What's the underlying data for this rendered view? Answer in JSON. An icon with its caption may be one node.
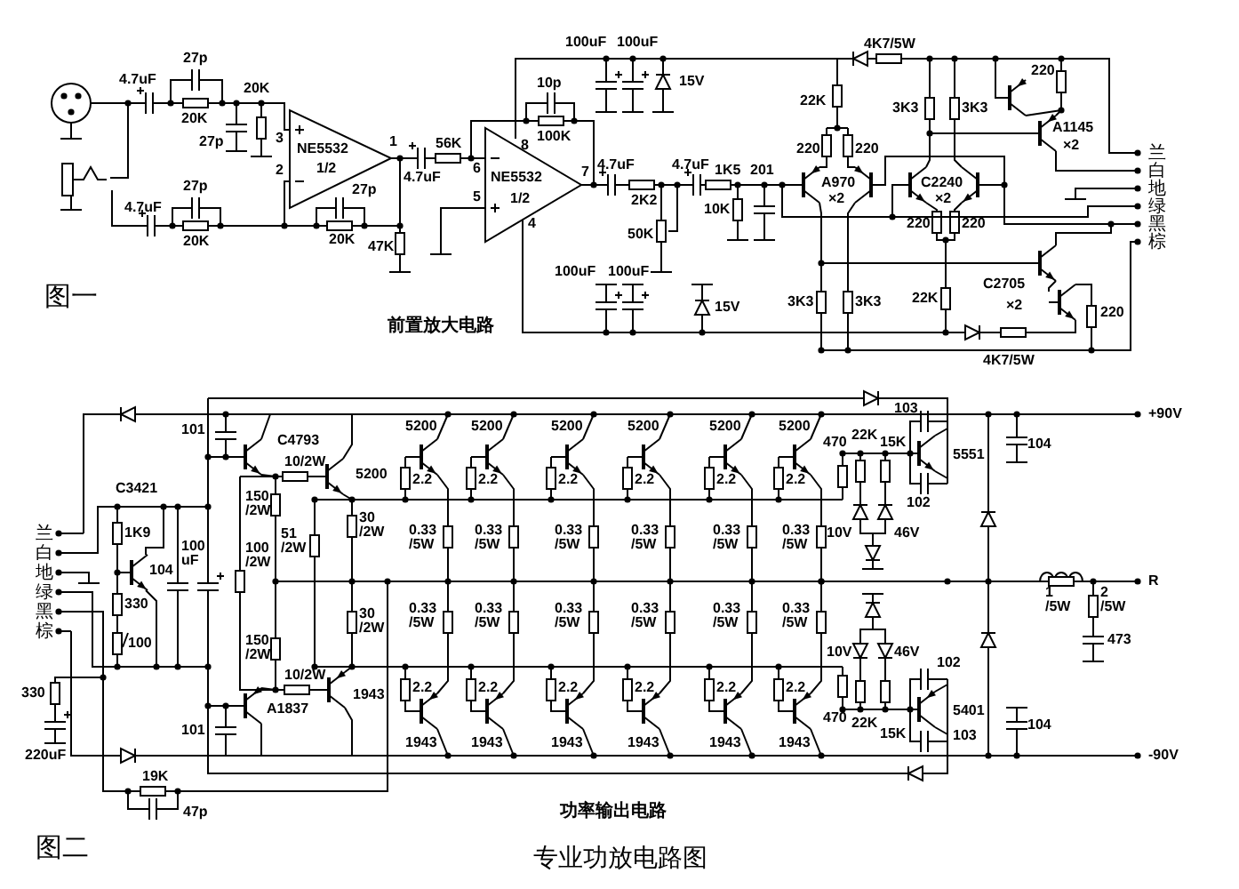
{
  "diagram": {
    "title": "专业功放电路图",
    "labels": [
      "4.7uF",
      "27p",
      "20K",
      "20K",
      "27p",
      "3",
      "NE5532",
      "2",
      "1/2",
      "1",
      "4.7uF",
      "56K",
      "6",
      "5",
      "NE5532",
      "1/2",
      "4.7uF",
      "27p",
      "20K",
      "27p",
      "20K",
      "47K",
      "图一",
      "前置放大电路",
      "100uF",
      "100uF",
      "15V",
      "10p",
      "100K",
      "8",
      "7",
      "4",
      "4.7uF",
      "2K2",
      "4.7uF",
      "1K5",
      "201",
      "10K",
      "50K",
      "100uF",
      "100uF",
      "15V",
      "4K7/5W",
      "22K",
      "220",
      "220",
      "A970",
      "×2",
      "3K3",
      "3K3",
      "220",
      "A1145",
      "×2",
      "C2240",
      "×2",
      "220",
      "220",
      "3K3",
      "3K3",
      "22K",
      "C2705",
      "×2",
      "220",
      "4K7/5W",
      "兰",
      "白",
      "地",
      "绿",
      "黑",
      "棕",
      "101",
      "C4793",
      "10/2W",
      "5200",
      "5200",
      "5200",
      "5200",
      "5200",
      "5200",
      "5200",
      "C3421",
      "150 /2W",
      "30 /2W",
      "1K9",
      "100 uF",
      "2.2",
      "2.2",
      "2.2",
      "2.2",
      "2.2",
      "2.2",
      "104",
      "51 /2W",
      "100 /2W",
      "0.33 /5W",
      "0.33 /5W",
      "0.33 /5W",
      "0.33 /5W",
      "0.33 /5W",
      "0.33 /5W",
      "330",
      "30 /2W",
      "0.33 /5W",
      "0.33 /5W",
      "0.33 /5W",
      "0.33 /5W",
      "0.33 /5W",
      "0.33 /5W",
      "150 /2W",
      "100",
      "10/2W",
      "1943",
      "2.2",
      "2.2",
      "2.2",
      "2.2",
      "2.2",
      "2.2",
      "A1837",
      "330",
      "101",
      "1943",
      "1943",
      "1943",
      "1943",
      "1943",
      "1943",
      "220uF",
      "19K",
      "47p",
      "兰",
      "白",
      "地",
      "绿",
      "黑",
      "棕",
      "470",
      "22K",
      "15K",
      "103",
      "5551",
      "104",
      "+90V",
      "102",
      "10V",
      "46V",
      "R",
      "1 /5W",
      "2 /5W",
      "473",
      "10V",
      "46V",
      "102",
      "5401",
      "470",
      "22K",
      "15K",
      "103",
      "104",
      "-90V",
      "功率输出电路",
      "图二"
    ]
  }
}
